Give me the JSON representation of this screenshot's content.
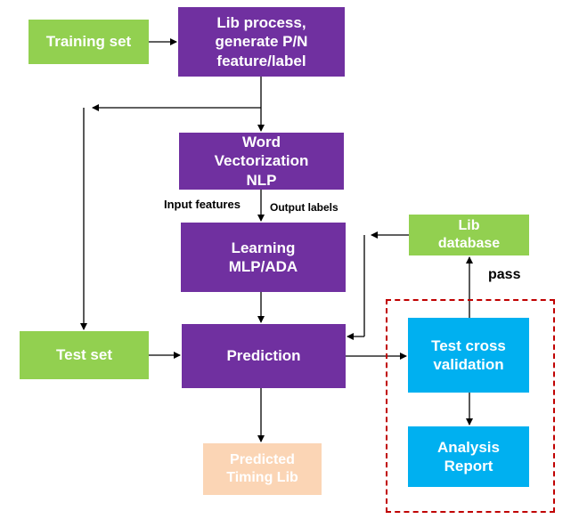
{
  "nodes": {
    "training_set": "Training set",
    "lib_process": "Lib process,\ngenerate P/N\nfeature/label",
    "word_vectorization": "Word\nVectorization\nNLP",
    "learning": "Learning\nMLP/ADA",
    "test_set": "Test set",
    "prediction": "Prediction",
    "predicted_timing_lib": "Predicted\nTiming Lib",
    "lib_database": "Lib\ndatabase",
    "test_cross_validation": "Test  cross\nvalidation",
    "analysis_report": "Analysis\nReport"
  },
  "edge_labels": {
    "input_features": "Input features",
    "output_labels": "Output labels",
    "pass": "pass"
  },
  "colors": {
    "green": "#92d050",
    "purple": "#7030a0",
    "blue": "#00b0f0",
    "peach": "#fbd5b5",
    "dashed_border": "#c00000"
  }
}
